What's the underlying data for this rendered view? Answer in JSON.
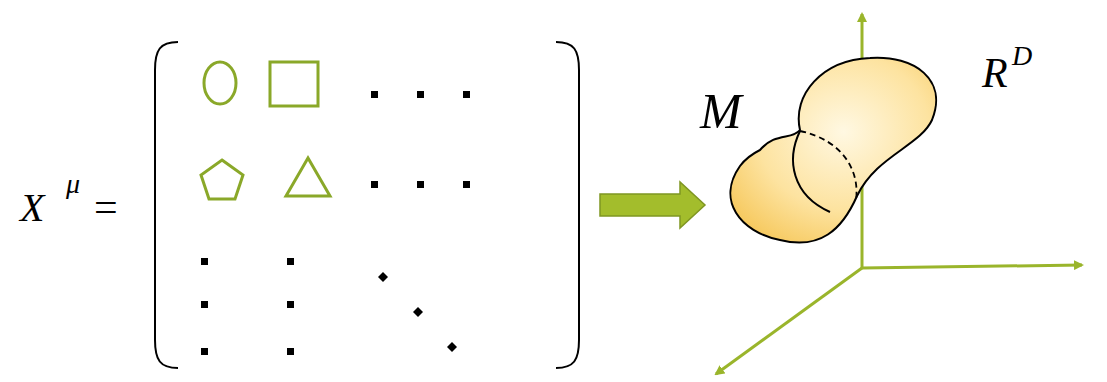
{
  "diagram": {
    "labels": [
      "X",
      "μ",
      "=",
      "M",
      "R",
      "D"
    ]
  }
}
